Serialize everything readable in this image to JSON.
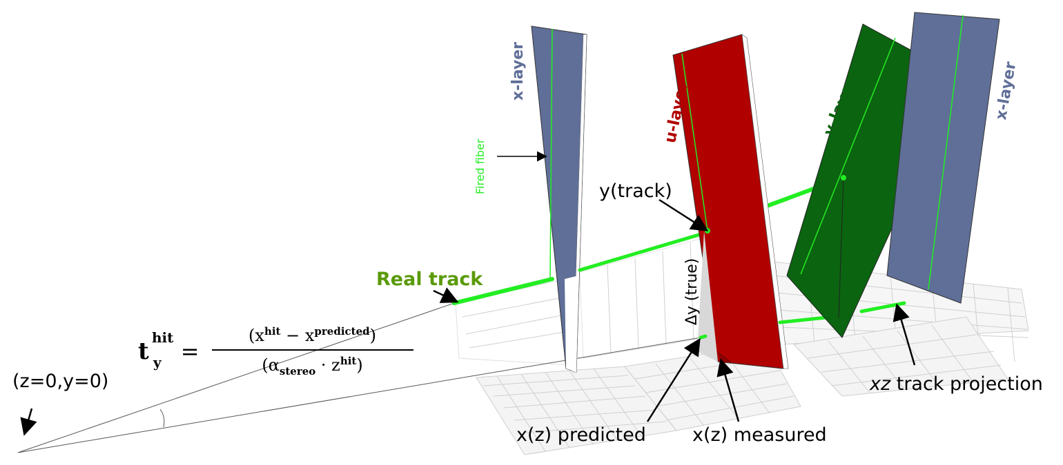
{
  "labels": {
    "x_layer_left": "x-layer",
    "x_layer_right": "x-layer",
    "u_layer": "u-layer",
    "v_layer": "v-layer",
    "fired_fiber": "Fired fiber",
    "real_track": "Real track",
    "y_track": "y(track)",
    "delta_y_true": "Δy (true)",
    "origin": "(z=0,y=0)",
    "x_predicted": "x(z) predicted",
    "x_measured": "x(z) measured",
    "xz_projection_italic": "xz",
    "xz_projection_rest": " track projection"
  },
  "formula": {
    "lhs_base": "t",
    "lhs_sup": "hit",
    "lhs_sub": "y",
    "equals": "=",
    "num_open": "(x",
    "num_sup1": "hit",
    "num_minus": " − x",
    "num_sup2": "predicted",
    "num_close": ")",
    "den_open": "(α",
    "den_sub": "stereo",
    "den_dot": " · z",
    "den_sup": "hit",
    "den_close": ")"
  },
  "colors": {
    "x_layer": "#5f6f98",
    "u_layer": "#b00000",
    "v_layer": "#0b6410",
    "track_green": "#22ee22",
    "real_track_label": "#5a9a0a",
    "fired_fiber_label": "#22ee22",
    "grid": "#cccccc"
  }
}
